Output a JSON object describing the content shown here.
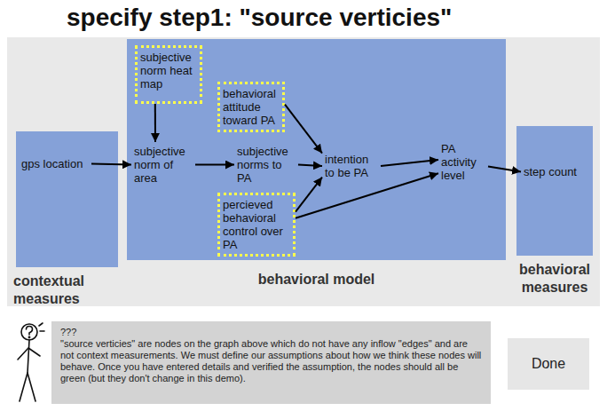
{
  "diagram": {
    "title": "specify step1: \"source verticies\"",
    "nodes": [
      {
        "text": [
          "contextual measures"
        ]
      },
      {
        "text": [
          "gps location"
        ],
        "in": 0
      },
      {
        "text": [
          "behavioral model"
        ]
      },
      {
        "text": [
          "subjective norm heat map"
        ],
        "in": 2
      },
      {
        "text": [
          "behavioral attitude toward PA"
        ],
        "in": 2
      },
      {
        "text": [
          "subjective norm of area"
        ],
        "in": 2
      },
      {
        "text": [
          "subjective norms to PA"
        ],
        "in": 2
      },
      {
        "text": [
          "intention to be PA"
        ],
        "in": 2
      },
      {
        "text": [
          "PA activity level"
        ],
        "in": 2
      },
      {
        "text": [
          "percieved behavioral control over PA"
        ],
        "in": 2
      },
      {
        "text": [
          "behavioral measures"
        ]
      },
      {
        "text": [
          "step count"
        ],
        "in": 10
      },
      {
        "text": [
          "???",
          "\"source verticies\" are nodes on the graph above which do not have any inflow \"edges\" and are not context measurements. We must define our assumptions about how we think these nodes will behave. Once you have entered details and verified the assumption, the nodes should all be green (but they don't change in this demo)."
        ]
      },
      {
        "text": [
          "Done"
        ]
      }
    ],
    "edges": [
      {
        "from": 1,
        "to": 5,
        "arrow": "to"
      },
      {
        "from": 3,
        "to": 5,
        "arrow": "to"
      },
      {
        "from": 5,
        "to": 6,
        "arrow": "to"
      },
      {
        "from": 6,
        "to": 7,
        "arrow": "to"
      },
      {
        "from": 4,
        "to": 7,
        "arrow": "to"
      },
      {
        "from": 9,
        "to": 7,
        "arrow": "to"
      },
      {
        "from": 9,
        "to": 8,
        "arrow": "to"
      },
      {
        "from": 7,
        "to": 8,
        "arrow": "to"
      },
      {
        "from": 8,
        "to": 11,
        "arrow": "to"
      }
    ]
  }
}
